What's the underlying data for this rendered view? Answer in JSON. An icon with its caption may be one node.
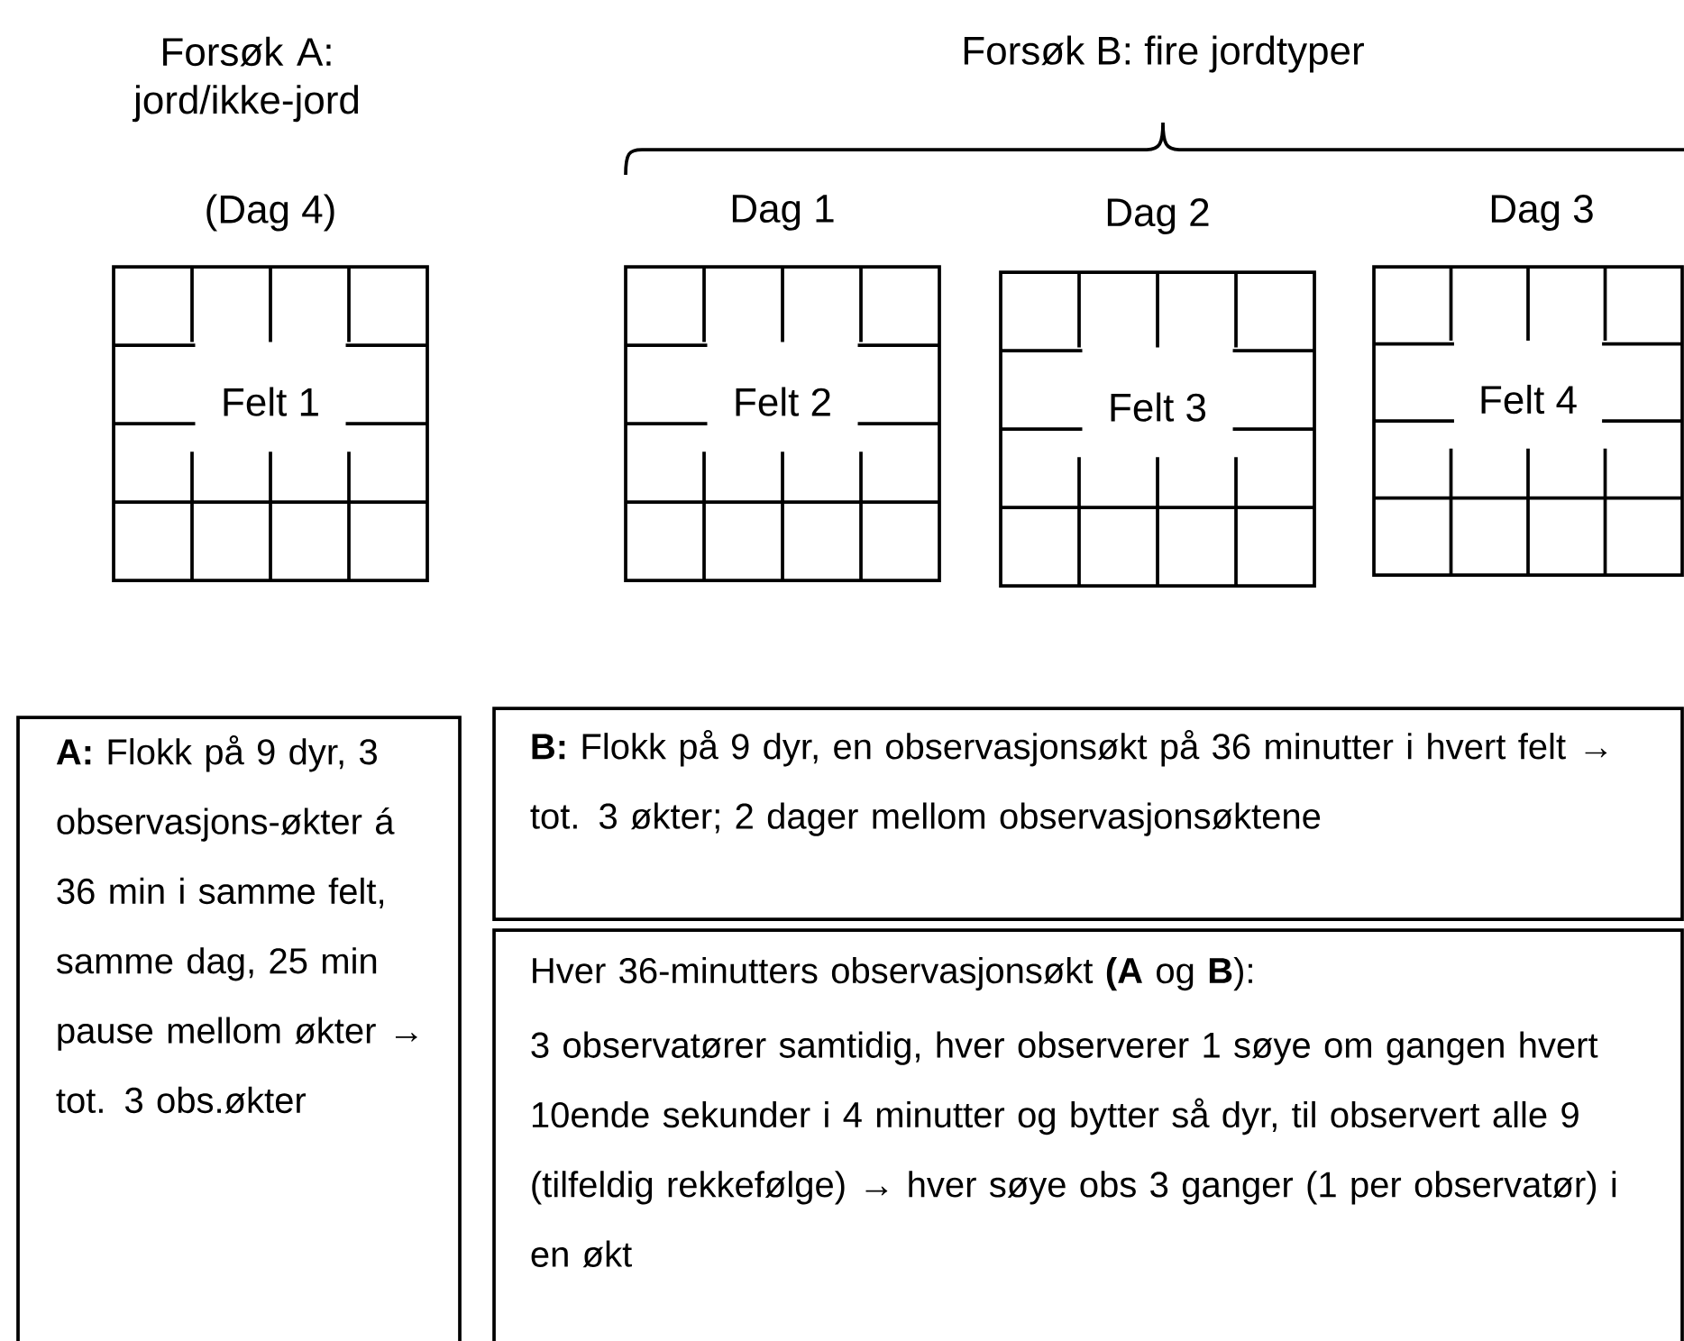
{
  "diagram": {
    "nodes": [
      {
        "text": [
          "Felt 1"
        ],
        "beside": [
          "Forsøk A: jord/ikke-jord",
          "(Dag 4)"
        ]
      },
      {
        "text": [
          "Felt 2"
        ],
        "beside": [
          "Dag 1"
        ]
      },
      {
        "text": [
          "Felt 3"
        ],
        "beside": [
          "Dag 2"
        ]
      },
      {
        "text": [
          "Felt 4"
        ],
        "beside": [
          "Dag 3"
        ]
      },
      {
        "text": [
          "**A:** Flokk på 9 dyr, 3 observasjons-økter á 36 min i samme felt, samme dag, 25 min pause mellom økter → tot. 3 obs.økter"
        ]
      },
      {
        "text": [
          "**B:** Flokk på 9 dyr, en observasjonsøkt på 36 minutter i hvert felt → tot. 3 økter; 2 dager mellom observasjonsøktene"
        ]
      },
      {
        "text": [
          "Hver 36-minutters observasjonsøkt **(A** og **B**):",
          "3 observatører samtidig, hver observerer 1 søye om gangen hvert 10ende sekunder i 4 minutter og bytter så dyr, til observert alle 9 (tilfeldig rekkefølge) → hver søye obs 3 ganger (1 per observatør) i en økt"
        ]
      }
    ],
    "labels": [
      "Forsøk B: fire jordtyper"
    ]
  }
}
